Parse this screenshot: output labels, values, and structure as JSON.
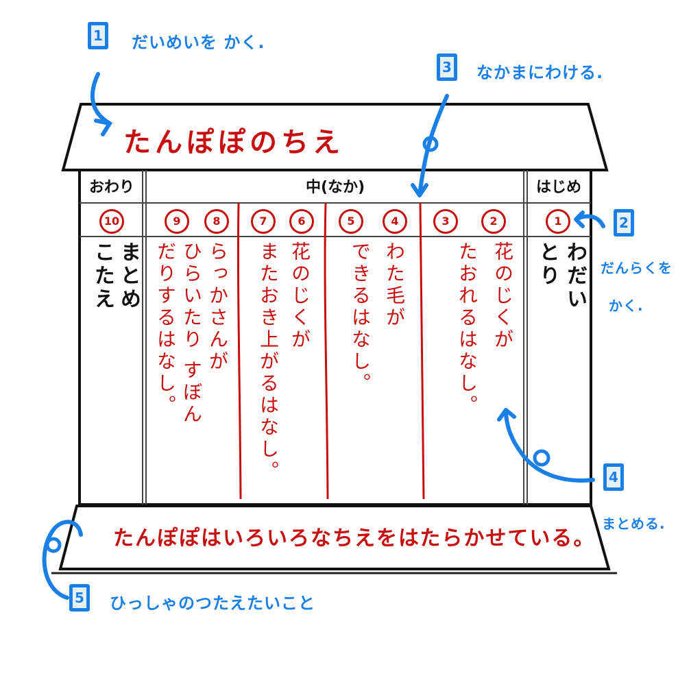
{
  "diagram": {
    "title": "たんぽぽのちえ",
    "sections": {
      "owari": "おわり",
      "naka": "中(なか)",
      "hajime": "はじめ"
    },
    "paragraph_numbers": [
      "⑩",
      "⑨",
      "⑧",
      "⑦",
      "⑥",
      "⑤",
      "④",
      "③",
      "②",
      "①"
    ],
    "numbers_plain": [
      "10",
      "9",
      "8",
      "7",
      "6",
      "5",
      "4",
      "3",
      "2",
      "1"
    ],
    "columns": {
      "owari": [
        "まとめ",
        "こたえ"
      ],
      "naka_group_89": [
        "らっかさんが",
        "ひらいたり すぼん",
        "だりするはなし。"
      ],
      "naka_group_67": [
        "花のじくが",
        "またおき上がるはなし。"
      ],
      "naka_group_45": [
        "わた毛が",
        "できるはなし。"
      ],
      "naka_group_23": [
        "花のじくが",
        "たおれるはなし。"
      ],
      "hajime": [
        "わだい",
        "とり"
      ]
    },
    "base_text": "たんぽぽはいろいろなちえをはたらかせている。"
  },
  "annotations": [
    {
      "step": "1",
      "text": "だいめいを かく."
    },
    {
      "step": "2",
      "text_line1": "だんらくを",
      "text_line2": "かく."
    },
    {
      "step": "3",
      "text": "なかまにわける."
    },
    {
      "step": "4",
      "text": "まとめる."
    },
    {
      "step": "5",
      "text": "ひっしゃのつたえたいこと"
    }
  ],
  "colors": {
    "annotation_blue": "#1a7fe6",
    "content_red": "#c80f0f",
    "outline_black": "#111111"
  }
}
